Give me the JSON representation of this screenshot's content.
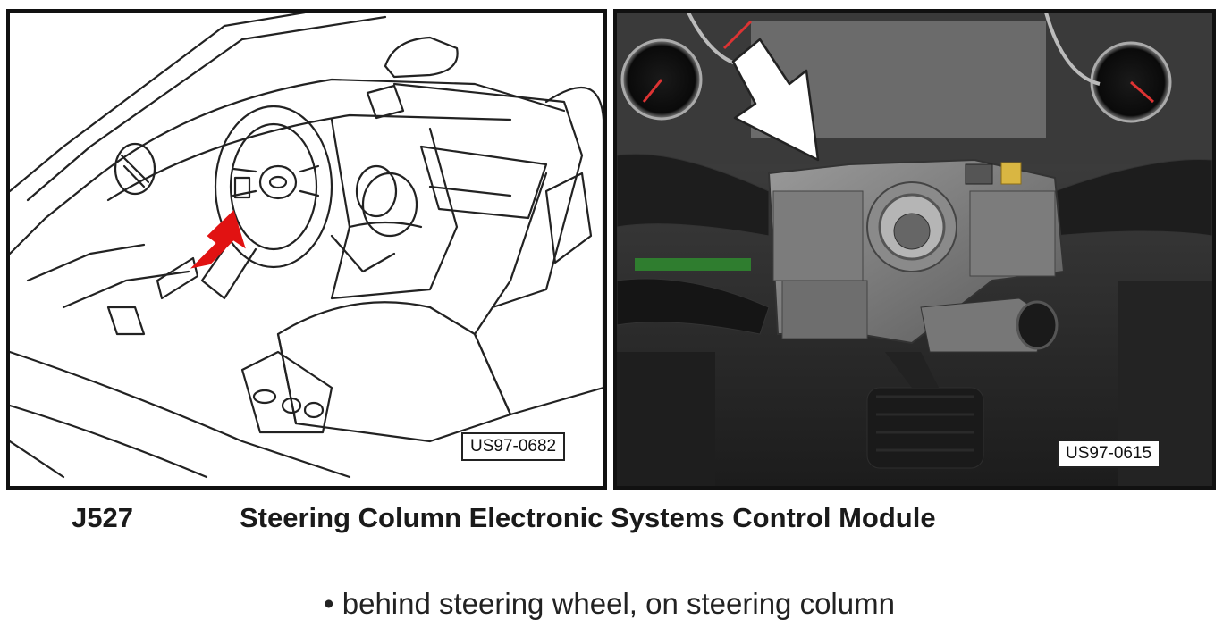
{
  "figures": {
    "left": {
      "label": "US97-0682"
    },
    "right": {
      "label": "US97-0615"
    }
  },
  "colors": {
    "callout_arrow_left": "#e11212",
    "callout_arrow_right": "#ffffff",
    "frame": "#111111"
  },
  "component": {
    "id": "J527",
    "name": "Steering Column Electronic Systems Control Module"
  },
  "location": {
    "bullet": "•",
    "text": "behind steering wheel, on steering column"
  }
}
